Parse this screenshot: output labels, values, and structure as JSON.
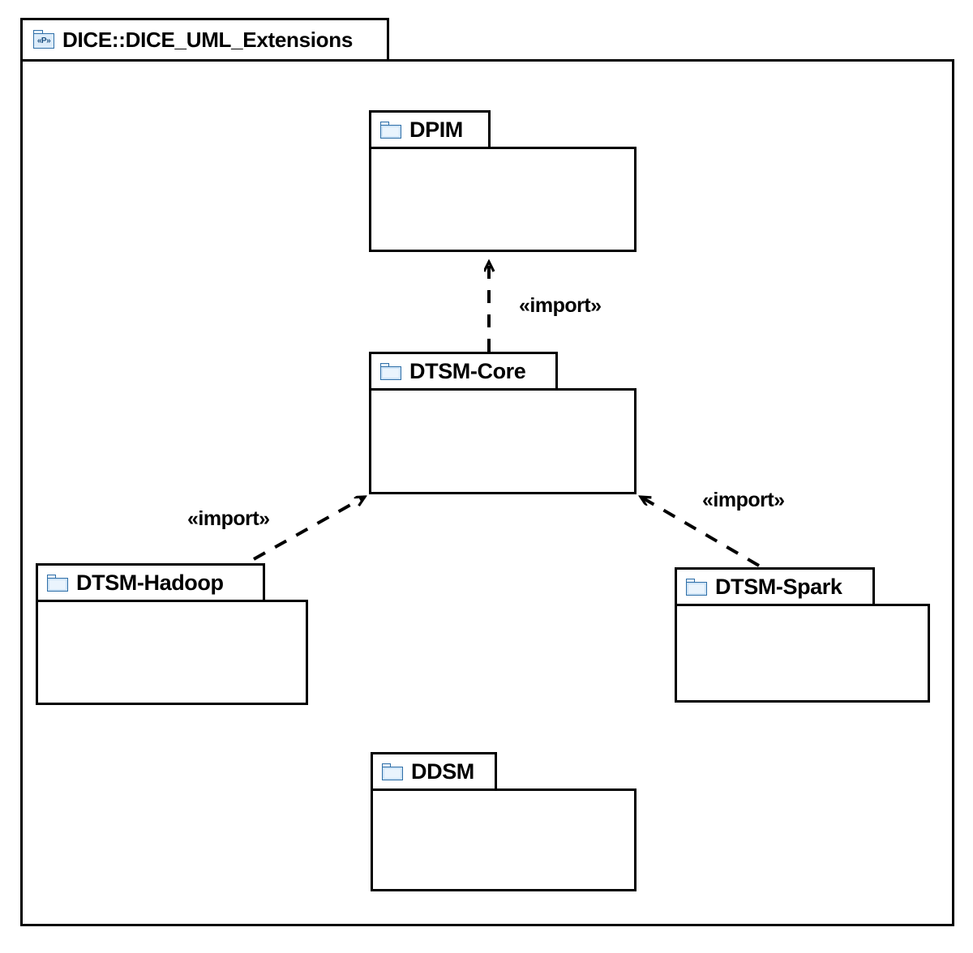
{
  "diagram": {
    "type": "uml-package-diagram",
    "container": {
      "name": "DICE::DICE_UML_Extensions",
      "icon": "package-icon",
      "icon_text": "«P»"
    },
    "packages": [
      {
        "id": "dpim",
        "label": "DPIM",
        "icon": "folder-icon"
      },
      {
        "id": "dtsm_core",
        "label": "DTSM-Core",
        "icon": "folder-icon"
      },
      {
        "id": "dtsm_hadoop",
        "label": "DTSM-Hadoop",
        "icon": "folder-icon"
      },
      {
        "id": "dtsm_spark",
        "label": "DTSM-Spark",
        "icon": "folder-icon"
      },
      {
        "id": "ddsm",
        "label": "DDSM",
        "icon": "folder-icon"
      }
    ],
    "relationships": [
      {
        "id": "rel_core_dpim",
        "from": "dtsm_core",
        "to": "dpim",
        "stereotype": "«import»",
        "style": "dashed-open-arrow"
      },
      {
        "id": "rel_hadoop_core",
        "from": "dtsm_hadoop",
        "to": "dtsm_core",
        "stereotype": "«import»",
        "style": "dashed-open-arrow"
      },
      {
        "id": "rel_spark_core",
        "from": "dtsm_spark",
        "to": "dtsm_core",
        "stereotype": "«import»",
        "style": "dashed-open-arrow"
      }
    ],
    "colors": {
      "stroke": "#000000",
      "background": "#ffffff",
      "icon_accent": "#2f6fa8",
      "icon_fill": "#cfe4f6"
    }
  }
}
